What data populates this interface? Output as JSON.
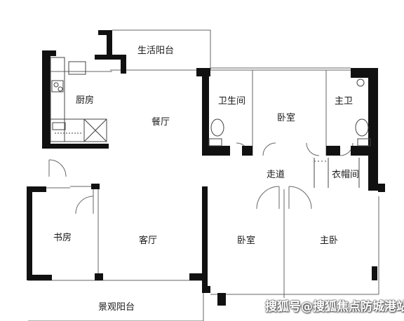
{
  "rooms": {
    "living_balcony": "生活阳台",
    "kitchen": "厨房",
    "dining": "餐厅",
    "bathroom": "卫生间",
    "bedroom_top": "卧室",
    "master_bath": "主卫",
    "corridor": "走道",
    "cloakroom": "衣帽间",
    "study": "书房",
    "living_room": "客厅",
    "bedroom_bottom": "卧室",
    "master_bedroom": "主卧",
    "view_balcony": "景观阳台"
  },
  "watermark": "搜狐号@搜狐焦点防城港站",
  "colors": {
    "wall": "#111111",
    "thin_line": "#555555",
    "fixture": "#444444"
  }
}
